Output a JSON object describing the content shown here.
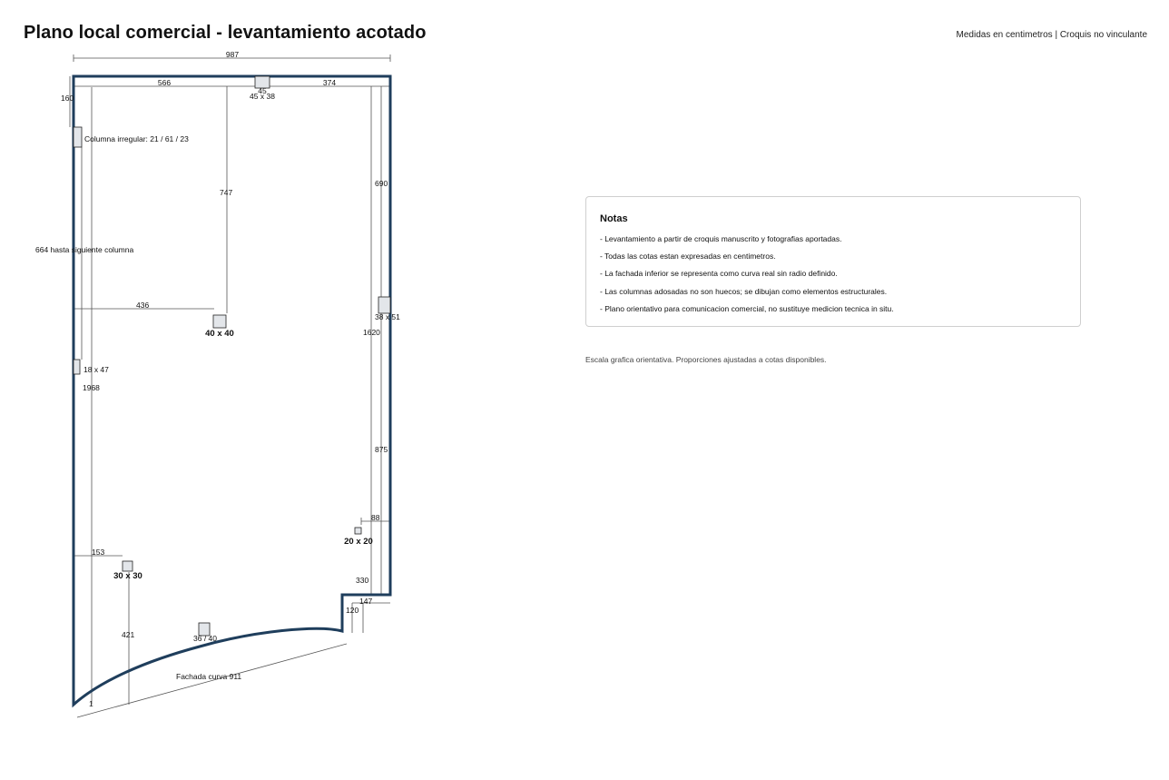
{
  "header": {
    "title": "Plano local comercial - levantamiento acotado",
    "subtitle": "Medidas en centimetros | Croquis no vinculante"
  },
  "plan": {
    "dims": {
      "total_width": "987",
      "top_left": "566",
      "top_right": "374",
      "top_offset": "160",
      "top_col_width": "45",
      "right_upper": "690",
      "right_lower": "875",
      "right_total": "1620",
      "center_vertical": "747",
      "center_horizontal": "436",
      "left_total": "1968",
      "left_between_columns": "664 hasta siguiente columna",
      "col_small_offset": "88",
      "col_bottom_left_offset": "153",
      "bottom_left_vertical": "421",
      "step_vertical": "330",
      "step_horizontal": "147",
      "step_offset": "120",
      "facade": "Fachada curva 911",
      "corner_mark": "1"
    },
    "columns": {
      "top_center": "45 x 38",
      "left_upper": "Columna irregular: 21 / 61 / 23",
      "left_lower": "18 x 47",
      "center": "40 x 40",
      "right": "38 x 51",
      "small_right": "20 x 20",
      "bottom_left": "30 x 30",
      "bottom_center": "36 / 40"
    }
  },
  "notes": {
    "title": "Notas",
    "items": [
      "- Levantamiento a partir de croquis manuscrito y fotografias aportadas.",
      "- Todas las cotas estan expresadas en centimetros.",
      "- La fachada inferior se representa como curva real sin radio definido.",
      "- Las columnas adosadas no son huecos; se dibujan como elementos estructurales.",
      "- Plano orientativo para comunicacion comercial, no sustituye medicion tecnica in situ."
    ]
  },
  "scale_note": "Escala grafica orientativa. Proporciones ajustadas a cotas disponibles.",
  "colors": {
    "wall": "#1f3e5c",
    "dimension": "#555555",
    "column_fill": "#e3e6ea"
  }
}
